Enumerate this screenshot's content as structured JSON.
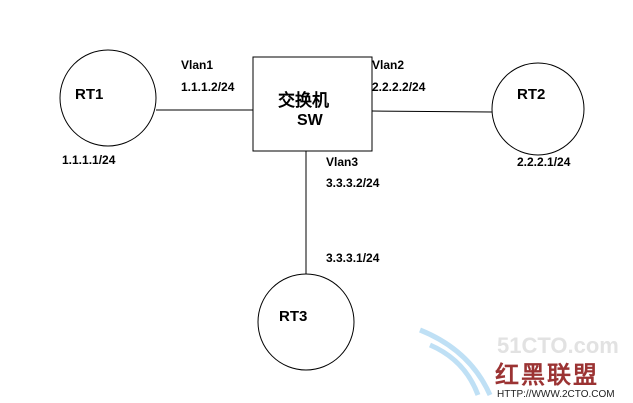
{
  "nodes": {
    "rt1": "RT1",
    "rt2": "RT2",
    "rt3": "RT3",
    "switch_cn": "交换机",
    "switch_en": "SW"
  },
  "labels": {
    "vlan1": "Vlan1",
    "vlan1_ip": "1.1.1.2/24",
    "vlan2": "Vlan2",
    "vlan2_ip": "2.2.2.2/24",
    "vlan3": "Vlan3",
    "vlan3_ip": "3.3.3.2/24",
    "rt1_ip": "1.1.1.1/24",
    "rt2_ip": "2.2.2.1/24",
    "rt3_ip": "3.3.3.1/24"
  },
  "watermark": {
    "top": "51CTO.com",
    "middle": "红黑联盟",
    "url": "HTTP://WWW.2CTO.COM"
  }
}
